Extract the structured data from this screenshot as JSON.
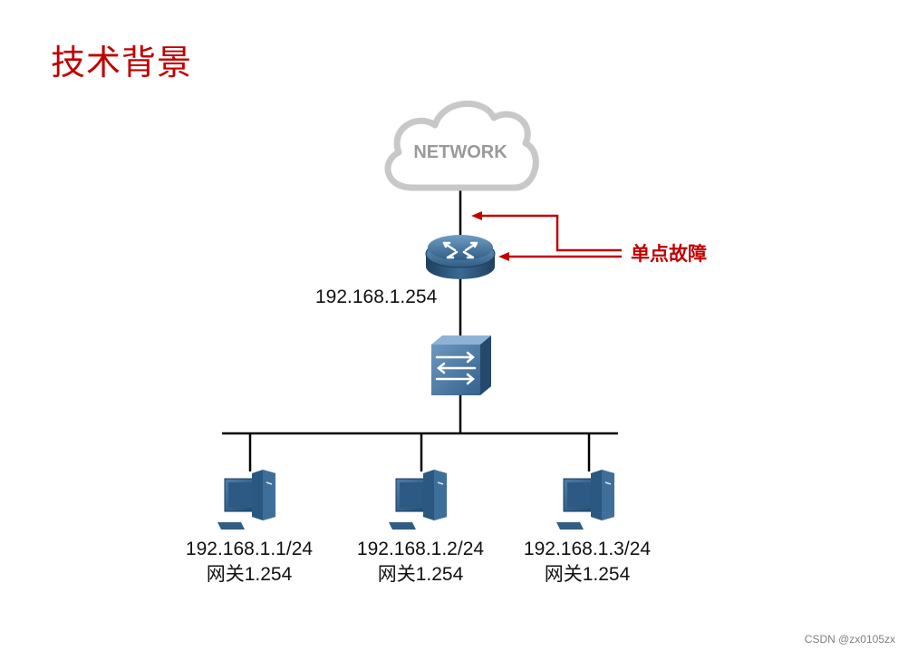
{
  "slide": {
    "title": "技术背景",
    "watermark": "CSDN @zx0105zx"
  },
  "diagram": {
    "cloud_label": "NETWORK",
    "router_ip": "192.168.1.254",
    "annotation": "单点故障",
    "hosts": [
      {
        "ip": "192.168.1.1/24",
        "gateway": "网关1.254"
      },
      {
        "ip": "192.168.1.2/24",
        "gateway": "网关1.254"
      },
      {
        "ip": "192.168.1.3/24",
        "gateway": "网关1.254"
      }
    ]
  },
  "colors": {
    "title": "#c00000",
    "annotation_arrow": "#c00000",
    "device_blue": "#2f5d84",
    "cloud_gray": "#c8c8c8"
  }
}
